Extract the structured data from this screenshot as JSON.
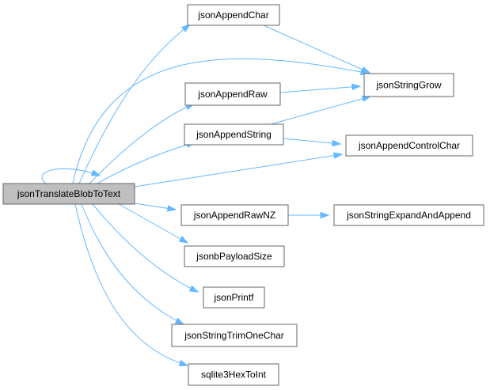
{
  "diagram": {
    "edge_color": "#63b8ff",
    "node_border_color": "#666666",
    "root_fill": "#bfbfbf",
    "nodes": [
      {
        "id": "root",
        "label": "jsonTranslateBlobToText"
      },
      {
        "id": "appendChar",
        "label": "jsonAppendChar"
      },
      {
        "id": "stringGrow",
        "label": "jsonStringGrow"
      },
      {
        "id": "appendRaw",
        "label": "jsonAppendRaw"
      },
      {
        "id": "appendString",
        "label": "jsonAppendString"
      },
      {
        "id": "appendControlChar",
        "label": "jsonAppendControlChar"
      },
      {
        "id": "appendRawNZ",
        "label": "jsonAppendRawNZ"
      },
      {
        "id": "expandAndAppend",
        "label": "jsonStringExpandAndAppend"
      },
      {
        "id": "payloadSize",
        "label": "jsonbPayloadSize"
      },
      {
        "id": "printf",
        "label": "jsonPrintf"
      },
      {
        "id": "trimOneChar",
        "label": "jsonStringTrimOneChar"
      },
      {
        "id": "hexToInt",
        "label": "sqlite3HexToInt"
      }
    ],
    "edges": [
      {
        "from": "root",
        "to": "root"
      },
      {
        "from": "root",
        "to": "appendChar"
      },
      {
        "from": "root",
        "to": "stringGrow"
      },
      {
        "from": "root",
        "to": "appendRaw"
      },
      {
        "from": "root",
        "to": "appendString"
      },
      {
        "from": "root",
        "to": "appendControlChar"
      },
      {
        "from": "root",
        "to": "appendRawNZ"
      },
      {
        "from": "root",
        "to": "payloadSize"
      },
      {
        "from": "root",
        "to": "printf"
      },
      {
        "from": "root",
        "to": "trimOneChar"
      },
      {
        "from": "root",
        "to": "hexToInt"
      },
      {
        "from": "appendChar",
        "to": "stringGrow"
      },
      {
        "from": "appendRaw",
        "to": "stringGrow"
      },
      {
        "from": "appendString",
        "to": "stringGrow"
      },
      {
        "from": "appendString",
        "to": "appendControlChar"
      },
      {
        "from": "appendRawNZ",
        "to": "expandAndAppend"
      }
    ]
  }
}
